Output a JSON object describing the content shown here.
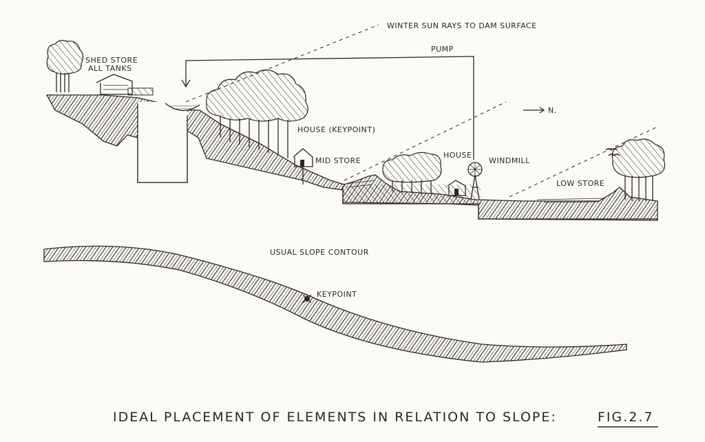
{
  "labels": {
    "sun_rays": "WINTER SUN RAYS TO DAM SURFACE",
    "pump": "PUMP",
    "shed_store_line1": "SHED STORE",
    "shed_store_line2": "ALL TANKS",
    "house_keypoint": "HOUSE (KEYPOINT)",
    "mid_store": "MID STORE",
    "house": "HOUSE",
    "windmill": "WINDMILL",
    "north": "N.",
    "low_store": "LOW STORE",
    "usual_slope": "USUAL SLOPE CONTOUR",
    "keypoint": "KEYPOINT"
  },
  "caption": {
    "text": "IDEAL PLACEMENT OF ELEMENTS IN RELATION TO SLOPE:",
    "fig": "FIG.2.7"
  }
}
